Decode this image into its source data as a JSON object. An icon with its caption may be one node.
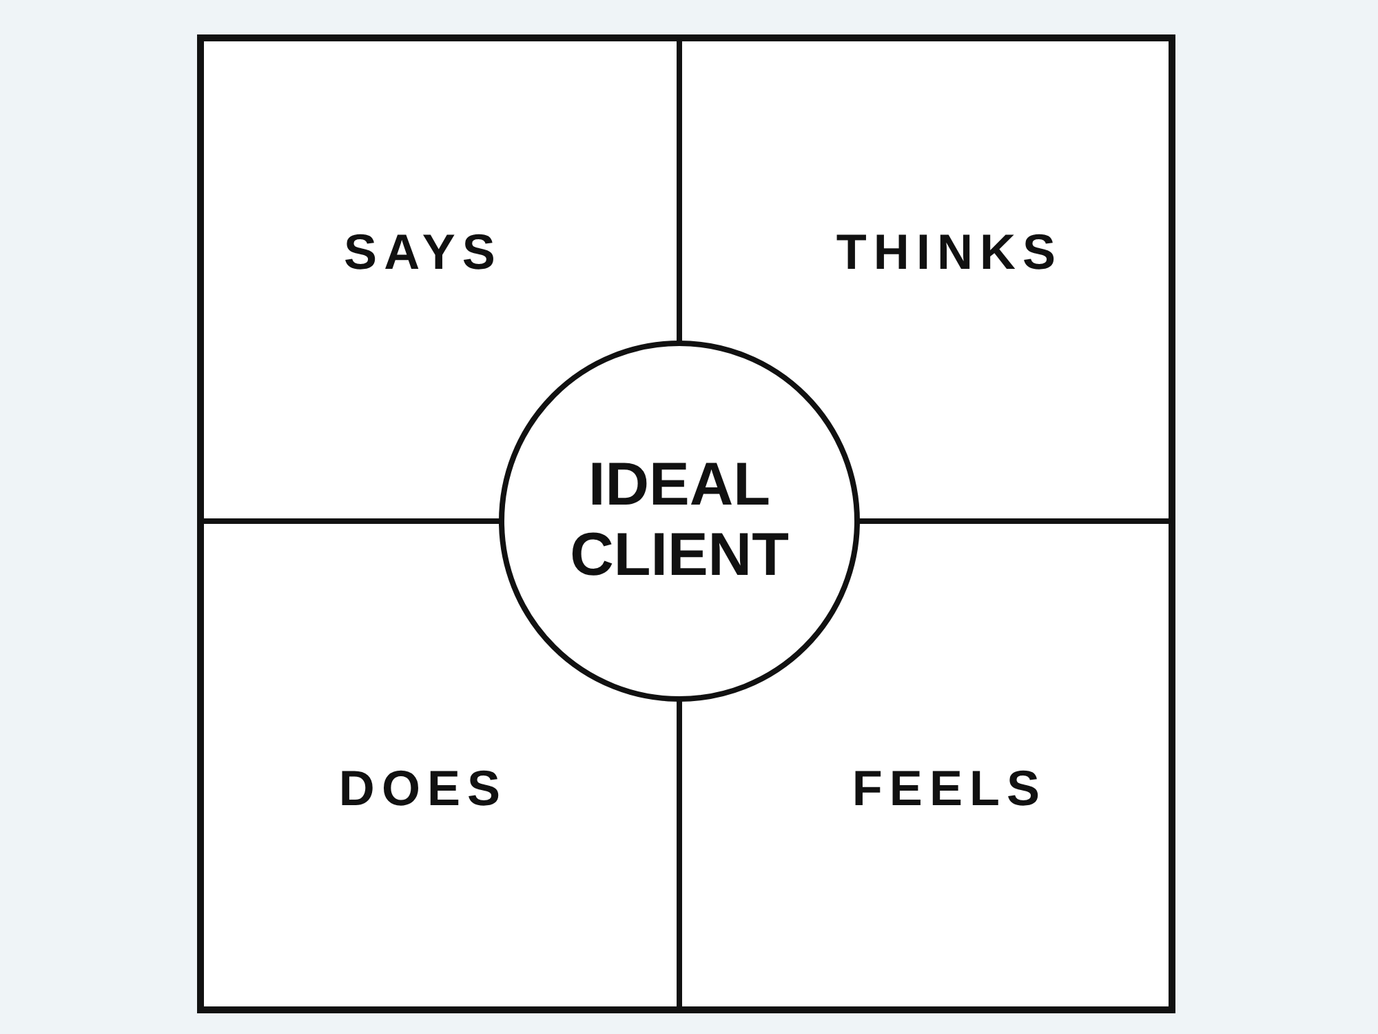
{
  "diagram": {
    "nodes": [
      {
        "text": [
          "SAYS"
        ]
      },
      {
        "text": [
          "THINKS"
        ]
      },
      {
        "text": [
          "IDEAL CLIENT"
        ]
      },
      {
        "text": [
          "DOES"
        ]
      },
      {
        "text": [
          "FEELS"
        ]
      }
    ]
  }
}
